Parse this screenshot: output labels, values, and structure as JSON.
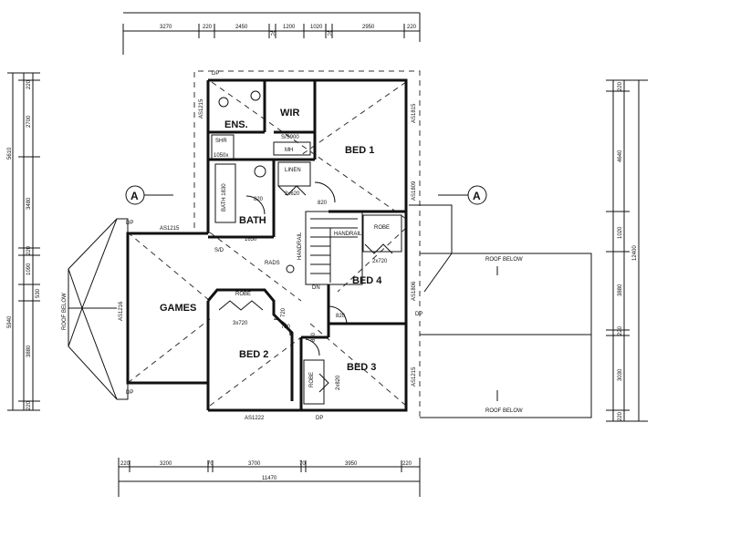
{
  "rooms": {
    "wir": "WIR",
    "ens": "ENS.",
    "bed1": "BED 1",
    "bed4": "BED 4",
    "bath": "BATH",
    "games": "GAMES",
    "bed2": "BED 2",
    "bed3": "BED 3"
  },
  "labels": {
    "shr": "SHR",
    "shr_size": "1050x",
    "ss900": "S/S900",
    "mh": "MH",
    "linen": "LINEN",
    "robe": "ROBE",
    "bath_size": "BATH 1830",
    "bath_dim": "1650",
    "handrail": "HANDRAIL",
    "dn": "DN",
    "roof_below": "ROOF BELOW",
    "section": "A",
    "dp": "DP",
    "sd": "S/D",
    "rads": "RADS"
  },
  "windows": {
    "as1215_a": "AS1215",
    "as1215_b": "AS1215",
    "as1215_c": "AS1215",
    "as1216": "AS1216",
    "as1222": "AS1222",
    "as1809": "AS1809",
    "as1806": "AS1806",
    "as1815": "AS1815"
  },
  "door_sizes": {
    "d820a": "820",
    "d820b": "820",
    "d820c": "820",
    "d820d": "820",
    "d720": "720",
    "d720b": "720",
    "linen_doors": "2x620",
    "robe4": "2x720",
    "robe2": "3x720",
    "robe3": "2x820"
  },
  "dims_top": [
    "3270",
    "220",
    "2450",
    "70",
    "1200",
    "1020",
    "70",
    "2950",
    "220"
  ],
  "dims_bottom": [
    "220",
    "3200",
    "70",
    "3700",
    "70",
    "3950",
    "220"
  ],
  "dims_bottom_total": "11470",
  "dims_left": [
    "220",
    "2700",
    "5610",
    "3480",
    "220",
    "1090",
    "530",
    "5940",
    "3880",
    "220"
  ],
  "dims_right": [
    "220",
    "4640",
    "1020",
    "12400",
    "3880",
    "220",
    "3030",
    "220"
  ]
}
